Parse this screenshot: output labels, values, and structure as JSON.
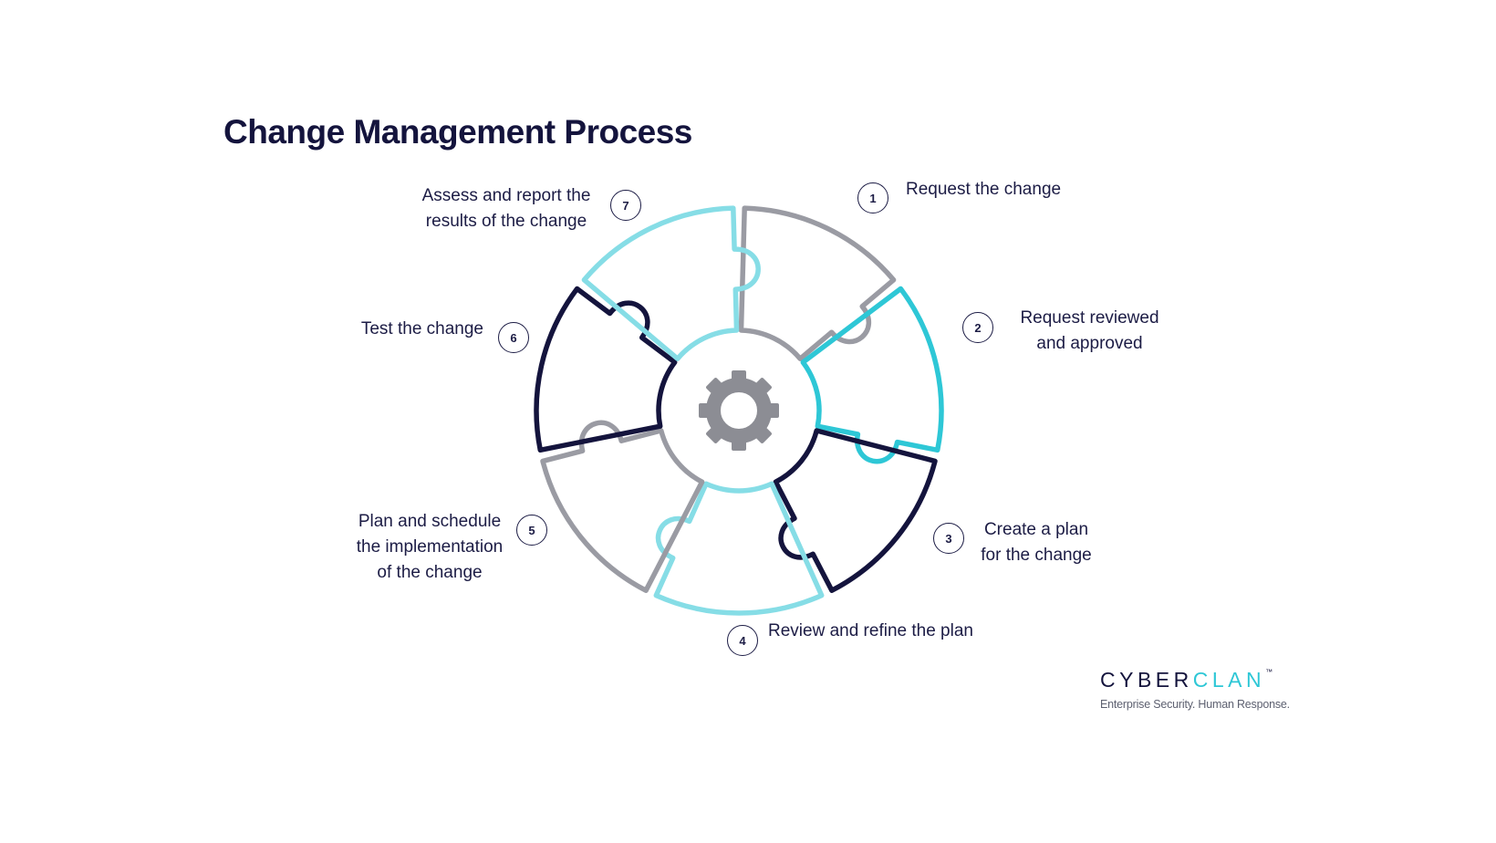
{
  "title": "Change Management Process",
  "steps": [
    {
      "number": "1",
      "lines": [
        "Request the change"
      ]
    },
    {
      "number": "2",
      "lines": [
        "Request reviewed",
        "and approved"
      ]
    },
    {
      "number": "3",
      "lines": [
        "Create a plan",
        "for the change"
      ]
    },
    {
      "number": "4",
      "lines": [
        "Review and refine the plan"
      ]
    },
    {
      "number": "5",
      "lines": [
        "Plan and schedule",
        "the implementation",
        "of the change"
      ]
    },
    {
      "number": "6",
      "lines": [
        "Test the change"
      ]
    },
    {
      "number": "7",
      "lines": [
        "Assess and report the",
        "results of the change"
      ]
    }
  ],
  "center_icon": "gear-icon",
  "brand": {
    "part1": "CYBER",
    "part2": "CLAN",
    "trademark": "™",
    "tagline": "Enterprise Security. Human Response."
  },
  "colors": {
    "navy": "#14143d",
    "cyan": "#2ec7d6",
    "light_cyan": "#86dde6",
    "gray": "#9a9ba3",
    "segments": [
      "#9a9ba3",
      "#2ec7d6",
      "#14143d",
      "#86dde6",
      "#9a9ba3",
      "#14143d",
      "#86dde6"
    ]
  }
}
